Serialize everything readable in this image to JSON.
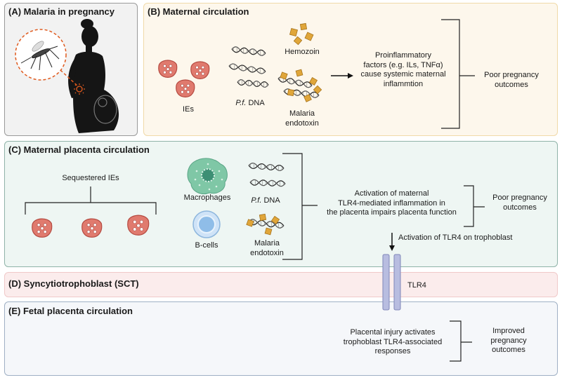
{
  "panel_a": {
    "title": "(A)  Malaria in pregnancy"
  },
  "panel_b": {
    "title": "(B)  Maternal circulation",
    "ies_label": "IEs",
    "pf_dna_italic": "P.f.",
    "pf_dna_rest": " DNA",
    "hemozoin_label": "Hemozoin",
    "endotoxin_line1": "Malaria",
    "endotoxin_line2": "endotoxin",
    "factors_line1": "Proinflammatory",
    "factors_line2": "factors (e.g. ILs, TNFα)",
    "factors_line3": "cause systemic maternal",
    "factors_line4": "inflammtion",
    "outcome_line1": "Poor pregnancy",
    "outcome_line2": "outcomes"
  },
  "panel_c": {
    "title": "(C)  Maternal placenta circulation",
    "sequestered_label": "Sequestered IEs",
    "macrophages_label": "Macrophages",
    "bcells_label": "B-cells",
    "pf_dna_italic": "P.f.",
    "pf_dna_rest": " DNA",
    "endotoxin_line1": "Malaria",
    "endotoxin_line2": "endotoxin",
    "activation_line1": "Activation of maternal",
    "activation_line2": "TLR4-mediated inflammation in",
    "activation_line3": "the placenta impairs placenta function",
    "outcome_line1": "Poor pregnancy",
    "outcome_line2": "outcomes",
    "trophoblast_label": "Activation of TLR4 on trophoblast"
  },
  "panel_d": {
    "title": "(D)  Syncytiotrophoblast (SCT)",
    "tlr4_label": "TLR4"
  },
  "panel_e": {
    "title": "(E)  Fetal placenta circulation",
    "injury_line1": "Placental injury activates",
    "injury_line2": "trophoblast TLR4-associated",
    "injury_line3": "responses",
    "outcome_line1": "Improved",
    "outcome_line2": "pregnancy",
    "outcome_line3": "outcomes"
  },
  "colors": {
    "panel_a_bg": "#f2f2f2",
    "panel_b_bg": "#fdf7ec",
    "panel_b_border": "#f0d9a8",
    "panel_c_bg": "#eef6f3",
    "panel_c_border": "#8fb3a8",
    "panel_d_bg": "#fbecec",
    "panel_d_border": "#f0c9c9",
    "panel_e_bg": "#f5f7fa",
    "panel_e_border": "#9fb0c4",
    "ie_fill": "#e07a6e",
    "hemozoin": "#e0a63a",
    "macrophage": "#7fc7a6",
    "bcell": "#9ec5ea",
    "receptor": "#b8bde0",
    "mosquito_circle": "#e05a1e"
  }
}
